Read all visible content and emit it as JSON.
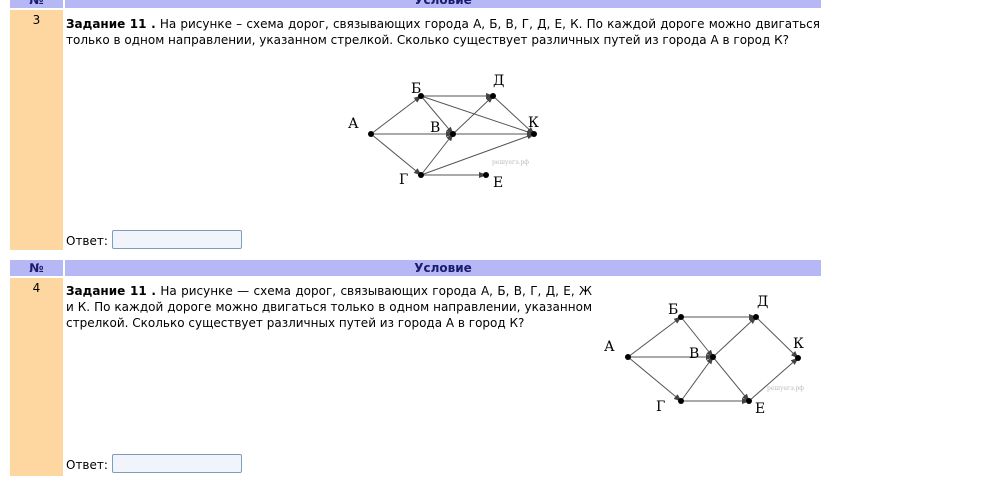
{
  "header": {
    "num_label": "№",
    "cond_label": "Условие"
  },
  "tasks": [
    {
      "number": "3",
      "title": "Задание 11 .",
      "text": " На рисунке – схема дорог, связывающих города А, Б, В, Г, Д, Е, К. По каждой дороге можно двигаться только в одном направлении, указанном стрелкой. Сколько существует различных путей из города А в город К?",
      "answer_label": "Ответ:",
      "answer_value": "",
      "graph": {
        "nodes": [
          "А",
          "Б",
          "В",
          "Г",
          "Д",
          "Е",
          "К"
        ],
        "watermark": "решуегэ.рф"
      }
    },
    {
      "number": "4",
      "title": "Задание 11 .",
      "text": " На рисунке — схема дорог, связывающих города А, Б, В, Г, Д, Е, Ж и К. По каждой дороге можно двигаться только в одном направлении, указанном стрелкой. Сколько существует различных путей из города А в город К?",
      "answer_label": "Ответ:",
      "answer_value": "",
      "graph": {
        "nodes": [
          "А",
          "Б",
          "В",
          "Г",
          "Д",
          "Е",
          "К"
        ],
        "watermark": "решуегэ.рф"
      }
    }
  ]
}
